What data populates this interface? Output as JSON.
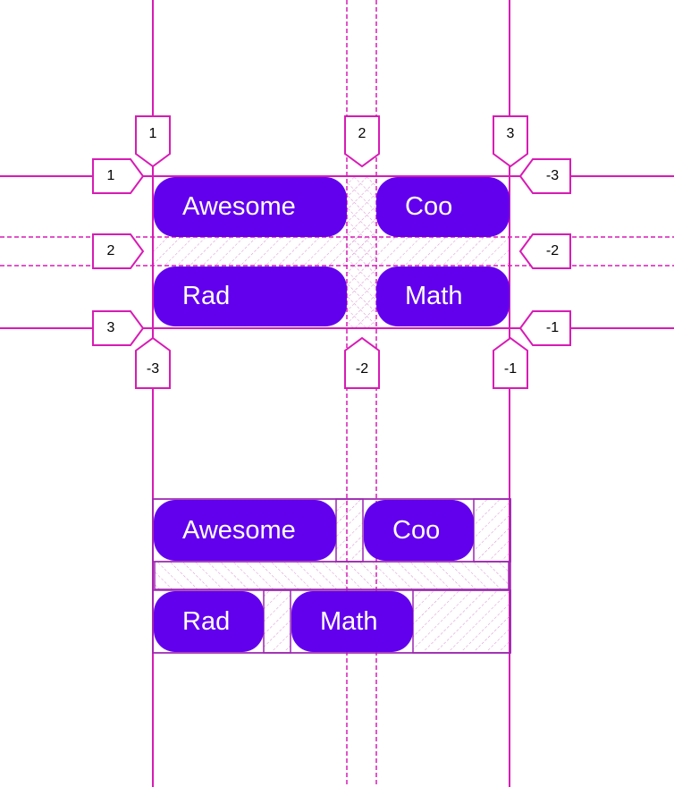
{
  "theme": {
    "guide_color": "#d81bb5",
    "pill_color": "#6200ee",
    "pill_text_color": "#ffffff",
    "hatch_color": "#d080d0",
    "box_outline_color": "#9c27b0"
  },
  "grid_demo": {
    "items": [
      "Awesome",
      "Coo",
      "Rad",
      "Math"
    ],
    "column_line_labels_top": [
      "1",
      "2",
      "3"
    ],
    "column_line_labels_bottom": [
      "-3",
      "-2",
      "-1"
    ],
    "row_line_labels_left": [
      "1",
      "2",
      "3"
    ],
    "row_line_labels_right": [
      "-3",
      "-2",
      "-1"
    ]
  },
  "flex_demo": {
    "row1_items": [
      "Awesome",
      "Coo"
    ],
    "row2_items": [
      "Rad",
      "Math"
    ]
  }
}
